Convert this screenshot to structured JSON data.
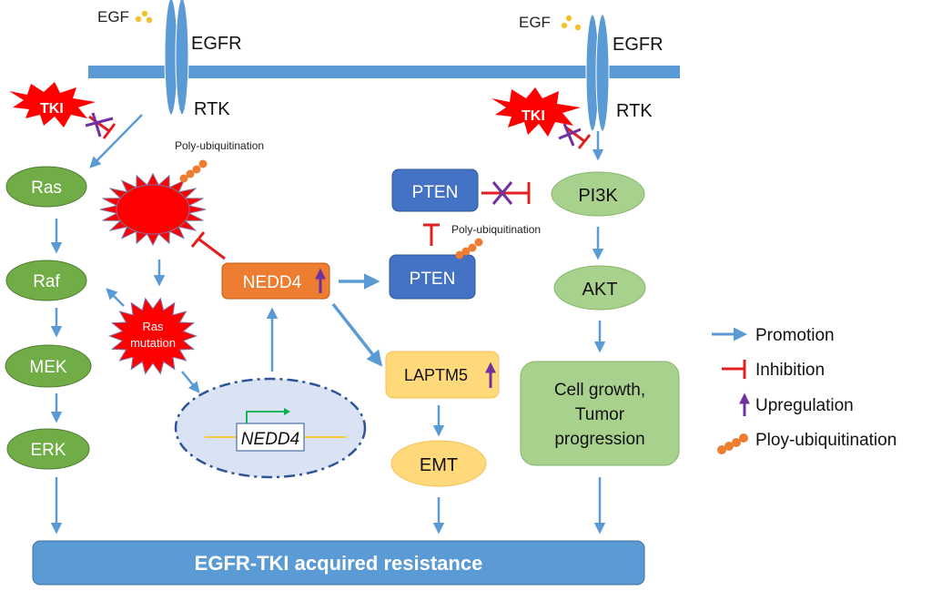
{
  "colors": {
    "membrane": "#5b9bd5",
    "arrow": "#5b9bd5",
    "inhibit": "#e02020",
    "upreg": "#7030a0",
    "ubiq": "#ed7d31",
    "egf_dot": "#f2c12e",
    "dark_green": "#70ad47",
    "light_green": "#a9d18e",
    "pten_blue": "#4472c4",
    "nedd4_orange": "#ed7d31",
    "light_orange": "#ffd97a",
    "tki_red": "#ff0000",
    "nucleus_fill": "#dae3f3",
    "nucleus_border": "#2f5597",
    "promoter_green": "#00b050",
    "dna_line": "#ffc000"
  },
  "receptors": [
    {
      "ligand": "EGF",
      "receptor": "EGFR",
      "kinase": "RTK"
    },
    {
      "ligand": "EGF",
      "receptor": "EGFR",
      "kinase": "RTK"
    }
  ],
  "tki": [
    "TKI",
    "TKI"
  ],
  "mapk_pathway": [
    "Ras",
    "Raf",
    "MEK",
    "ERK"
  ],
  "ras_mutation": {
    "line1": "Ras",
    "line2": "mutation"
  },
  "poly_ubiquitination_label": "Poly-ubiquitination",
  "nedd4": {
    "label": "NEDD4",
    "gene": "NEDD4"
  },
  "pten": {
    "top": "PTEN",
    "bottom": "PTEN"
  },
  "pi3k_pathway": [
    "PI3K",
    "AKT"
  ],
  "laptm5": "LAPTM5",
  "emt": "EMT",
  "outcome": {
    "line1": "Cell growth,",
    "line2": "Tumor",
    "line3": "progression"
  },
  "resistance_bar": "EGFR-TKI acquired resistance",
  "legend": [
    {
      "symbol": "promotion-arrow",
      "label": "Promotion"
    },
    {
      "symbol": "inhibition-bar",
      "label": "Inhibition"
    },
    {
      "symbol": "upregulation-arrow",
      "label": "Upregulation"
    },
    {
      "symbol": "ubiquitin-chain",
      "label": "Ploy-ubiquitination"
    }
  ]
}
